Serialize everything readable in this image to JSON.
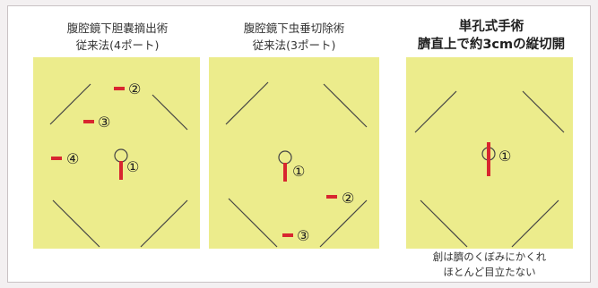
{
  "panels": [
    {
      "title_lines": [
        "腹腔鏡下胆嚢摘出術",
        "従来法(4ポート)"
      ],
      "ports": [
        "②",
        "③",
        "④",
        "①"
      ]
    },
    {
      "title_lines": [
        "腹腔鏡下虫垂切除術",
        "従来法(3ポート)"
      ],
      "ports": [
        "①",
        "②",
        "③"
      ]
    },
    {
      "title_lines": [
        "単孔式手術",
        "臍直上で約3cmの縦切開"
      ],
      "ports": [
        "①"
      ],
      "caption_lines": [
        "創は臍のくぼみにかくれ",
        "ほとんど目立たない"
      ]
    }
  ],
  "colors": {
    "panel_fill": "#ecec8c",
    "incision": "#d8262f",
    "line": "#444444"
  }
}
